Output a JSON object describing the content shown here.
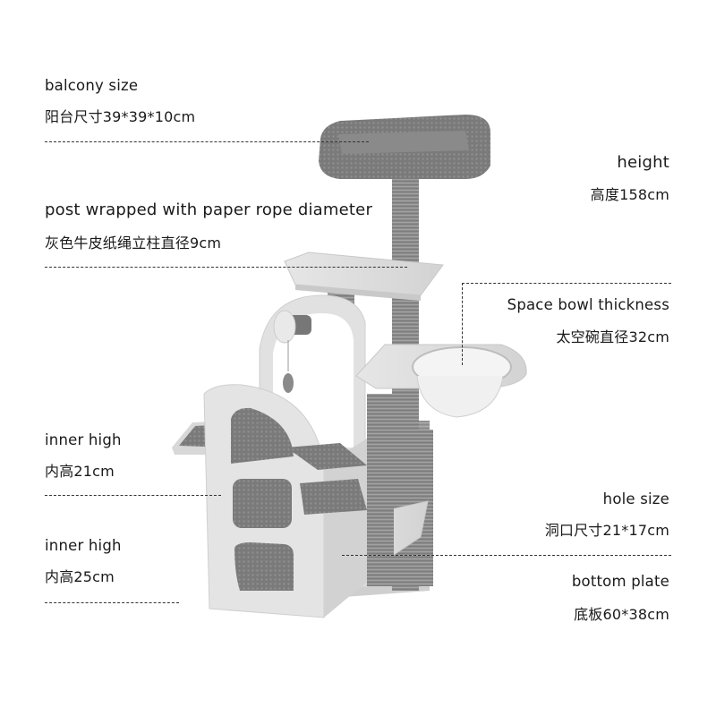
{
  "product": "Cat tree with space bowl",
  "annotations": {
    "balcony": {
      "en": "balcony size",
      "zh": "阳台尺寸39*39*10cm"
    },
    "post": {
      "en": "post wrapped with paper rope diameter",
      "zh": "灰色牛皮纸绳立柱直径9cm"
    },
    "height": {
      "en": "height",
      "zh": "高度158cm"
    },
    "bowl": {
      "en": "Space bowl thickness",
      "zh": "太空碗直径32cm"
    },
    "inner_high_1": {
      "en": "inner high",
      "zh": "内高21cm"
    },
    "inner_high_2": {
      "en": "inner high",
      "zh": "内高25cm"
    },
    "hole": {
      "en": "hole size",
      "zh": "洞口尺寸21*17cm"
    },
    "bottom": {
      "en": "bottom plate",
      "zh": "底板60*38cm"
    }
  },
  "colors": {
    "background": "#ffffff",
    "text": "#1a1a1a",
    "wood": "#dcdcdc",
    "rope": "#8a8a8a",
    "cushion": "#7c7c7c"
  }
}
